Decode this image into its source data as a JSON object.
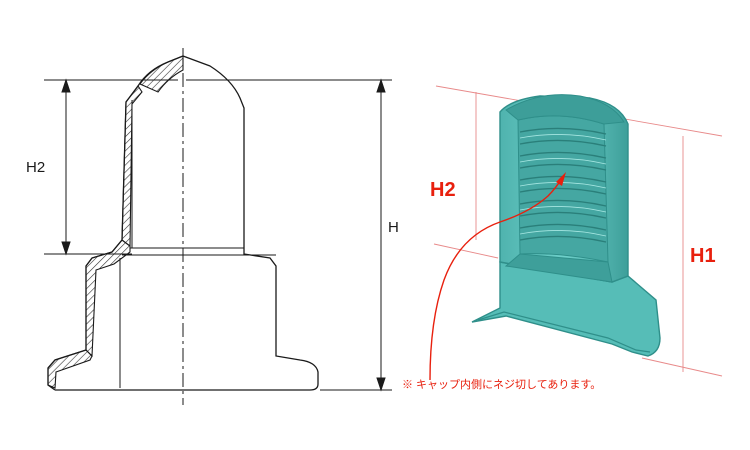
{
  "drawing": {
    "label_h2": "H2",
    "label_h": "H"
  },
  "model": {
    "label_h2": "H2",
    "label_h1": "H1",
    "note": "※ キャップ内側にネジ切してあります。"
  },
  "colors": {
    "line": "#1a1a1a",
    "hatch": "#333333",
    "accent_red": "#e8200e",
    "cap_fill": "#5cc4be",
    "cap_dark": "#2f8f8a",
    "cap_light": "#8fdcd6",
    "guide_red": "#e88a8a",
    "note": "#e8200e"
  }
}
